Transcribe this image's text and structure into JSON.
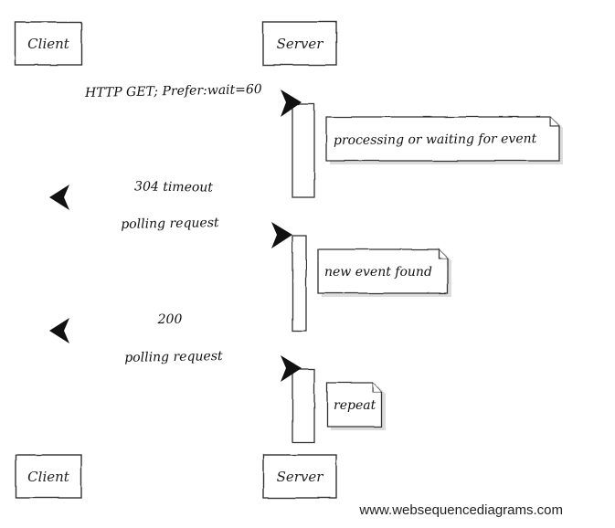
{
  "actors": {
    "client": "Client",
    "server": "Server"
  },
  "messages": [
    {
      "label": "HTTP GET; Prefer:wait=60",
      "from": "client",
      "to": "server"
    },
    {
      "label": "304 timeout",
      "from": "server",
      "to": "client"
    },
    {
      "label": "polling request",
      "from": "client",
      "to": "server"
    },
    {
      "label": "200",
      "from": "server",
      "to": "client"
    },
    {
      "label": "polling request",
      "from": "client",
      "to": "server"
    }
  ],
  "notes": [
    "processing or waiting for event",
    "new event found",
    "repeat"
  ],
  "watermark": "www.websequencediagrams.com"
}
